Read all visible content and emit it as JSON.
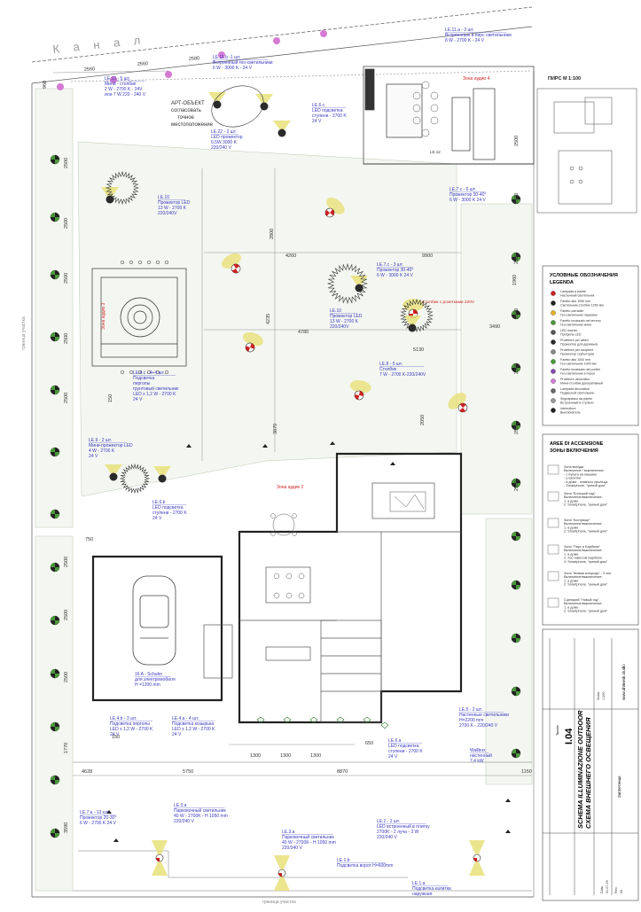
{
  "site": {
    "canal_label": "К а н а л",
    "side_label": "граница участка",
    "bottom_label": "граница участка"
  },
  "pier_view": {
    "title": "ПИРС   М 1:100"
  },
  "art_object": {
    "line1": "АРТ-ОБЪЕКТ",
    "line2": "согласовать",
    "line3": "точное",
    "line4": "местоположение"
  },
  "zones": {
    "audio4": "Зона аудио 4",
    "audio3": "Зона аудио 3",
    "audio2": "Зона аудио 2",
    "post_sockets": "Столбик с розетками 220V"
  },
  "callouts": [
    {
      "id": "LE.13",
      "lines": [
        "LE.13 - 5 шт.",
        "Мини - столбик",
        "2 W - 2700 K - 24V",
        "или 7 W 220 - 240 V"
      ]
    },
    {
      "id": "LE.11.b",
      "lines": [
        "LE.11.b -1 шт.",
        "Встроенный гео-светильники",
        "6 W - 3000 K - 24 V"
      ]
    },
    {
      "id": "LE.11.a",
      "lines": [
        "LE.11.a - 3 шт.",
        "Встроенные в пирс светильники",
        "8 W - 2700 K - 24 V"
      ]
    },
    {
      "id": "LE.6.c",
      "lines": [
        "LE.6.c",
        "LED подсветка",
        "ступени - 2700 K",
        "24 V"
      ]
    },
    {
      "id": "LE.22",
      "lines": [
        "LE.22 - 2 шт.",
        "LED прожектор",
        "6,5W 3000 K",
        "220/240 V"
      ]
    },
    {
      "id": "LE.10a",
      "lines": [
        "LE.10",
        "Прожектор LED",
        "13 W - 2700 K",
        "220/240V"
      ]
    },
    {
      "id": "LE.7.c6",
      "lines": [
        "LE.7.c - 6 шт.",
        "Прожектор 30-40°",
        "6 W - 3000 K 24 V"
      ]
    },
    {
      "id": "LE.7.c3",
      "lines": [
        "LE.7.c - 3 шт.",
        "Прожектор 30-40°",
        "6 W - 3000 K 24 V"
      ]
    },
    {
      "id": "LE.10b",
      "lines": [
        "LE.10",
        "Прожектор LED",
        "13 W - 2700 K",
        "220/240V"
      ]
    },
    {
      "id": "LE.8",
      "lines": [
        "LE.8 - 5 шт.",
        "Столбик",
        "7 W - 2700 K-220/240V"
      ]
    },
    {
      "id": "LE.4.c",
      "lines": [
        "LE.4.c - 4+4 шт.",
        "Подсветка",
        "перголы",
        "грунтовый светильник",
        "LED x 1,2 W - 2700 K",
        "24 V"
      ]
    },
    {
      "id": "LE.9",
      "lines": [
        "LE.9 - 2 шт.",
        "Мини-прожектор LED",
        "4 W - 2700 K",
        "24 V"
      ]
    },
    {
      "id": "LE.6.b",
      "lines": [
        "LE.6.b",
        "LED подсветка",
        "ступени - 2700 K",
        "24 V"
      ]
    },
    {
      "id": "schuko",
      "lines": [
        "16 A - Schuko",
        "для электромобиля",
        "H =1200 mm"
      ]
    },
    {
      "id": "LE.4.b",
      "lines": [
        "LE.4.b - 3 шт.",
        "Подсветка перголы",
        "LED x 1,2 W - 2700 K",
        "24 V"
      ]
    },
    {
      "id": "LE.4.a",
      "lines": [
        "LE.4.a - 4 шт.",
        "Подсветка козырька",
        "LED x 1,2 W - 2700 K",
        "24 V"
      ]
    },
    {
      "id": "LE.5",
      "lines": [
        "LE.5 - 2 шт.",
        "Настенные светильники",
        "H=2200 mm",
        "2700 K - 220/240 V"
      ]
    },
    {
      "id": "LE.6.a",
      "lines": [
        "LE.6.a",
        "LED подсветка",
        "ступени - 2700 K",
        "24 V"
      ]
    },
    {
      "id": "wallbox",
      "lines": [
        "Wallbox",
        "настенный",
        "7,4 kW"
      ]
    },
    {
      "id": "LE.7.a",
      "lines": [
        "LE.7.a - 13 шт.",
        "Прожектор 20-30°",
        "6 W - 2700 K 24 V"
      ]
    },
    {
      "id": "LE.3.a1",
      "lines": [
        "LE.3.a",
        "Парковочный светильник",
        "40 W - 2700K - H 1050 mm",
        "220/240 V"
      ]
    },
    {
      "id": "LE.3.a2",
      "lines": [
        "LE.3.a",
        "Парковочный светильник",
        "40 W - 2700K - H 1050 mm",
        "220/240 V"
      ]
    },
    {
      "id": "LE.2",
      "lines": [
        "LE.2 - 2 шт.",
        "LED встроенный в плитку",
        "2700K - 2 луча - 3 W",
        "220/240 V"
      ]
    },
    {
      "id": "LE.1.b",
      "lines": [
        "LE.1.b",
        "Подсветка ворот H=600mm"
      ]
    },
    {
      "id": "LE.1.a",
      "lines": [
        "LE.1.a",
        "Подсветка калитки",
        "наружная"
      ]
    }
  ],
  "dimensions": {
    "top": [
      "2560",
      "2560",
      "2580"
    ],
    "left_top": "960",
    "left_col": [
      "2500",
      "2500",
      "2500",
      "2500",
      "2500"
    ],
    "left_bottom": [
      "2500",
      "2500",
      "2500",
      "1770",
      "3590"
    ],
    "mid": [
      "4260",
      "9900",
      "4780",
      "3870",
      "2800",
      "4235",
      "5130",
      "2050",
      "1960",
      "3490"
    ],
    "right_col": [
      "2500",
      "2500",
      "2500",
      "2500",
      "2500",
      "2500",
      "2500"
    ],
    "house_bottom": [
      "1300",
      "1300",
      "1300",
      "650"
    ],
    "road": [
      "4628",
      "5750",
      "8870",
      "1150"
    ],
    "small": [
      "750",
      "150",
      "150"
    ]
  },
  "legend": {
    "title_ru": "УСЛОВНЫЕ ОБОЗНАЧЕНИЯ",
    "title_it": "LEGENDA",
    "items": [
      {
        "it": "Lampada a parete",
        "ru": "Настенный светильник"
      },
      {
        "it": "Faretto alto 1050 mm",
        "ru": "Светильник-столбик 1050 мм"
      },
      {
        "it": "Faretto carrabile",
        "ru": "Гео-светильник парковки"
      },
      {
        "it": "Faretto incassato nel terreno",
        "ru": "Гео-светильник мини"
      },
      {
        "it": "LED Inserto",
        "ru": "Профиль LED"
      },
      {
        "it": "Proiettore per alberi",
        "ru": "Прожектор для деревьев"
      },
      {
        "it": "Proiettore per sculpture",
        "ru": "Прожектор скульптуры"
      },
      {
        "it": "Faretto alto 1000 mm",
        "ru": "Гео-светильник 1000 мм"
      },
      {
        "it": "Faretto incassato nel pontile",
        "ru": "Гео-светильник в пирсе"
      },
      {
        "it": "Proiettore decorativo",
        "ru": "Мини-столбик декоративный"
      },
      {
        "it": "Lampada decorativa",
        "ru": "Подвесной светильник"
      },
      {
        "it": "Segnapasso da parete",
        "ru": "Встроенный в ступени"
      },
      {
        "it": "Interruttore",
        "ru": "Выключатель"
      }
    ]
  },
  "zones_panel": {
    "title_it": "AREE DI ACCENSIONE",
    "title_ru": "ЗОНЫ ВКЛЮЧЕНИЯ",
    "items": [
      {
        "lines": [
          "Зона въезда",
          "Включение / выключение:",
          "- с пульта на машине",
          "- у калитки",
          "- в доме - главного крыльца",
          "- Smartphone, \"умный дом\""
        ]
      },
      {
        "lines": [
          "Зона \"Большой сад\"",
          "Включение/выключение:",
          "1. в доме",
          "2. Smartphone, \"умный дом\""
        ]
      },
      {
        "lines": [
          "Зона \"Кострище\"",
          "Включение/выключение:",
          "1. в доме",
          "2. Smartphone, \"умный дом\""
        ]
      },
      {
        "lines": [
          "Зона \"Пирс и Барбекю\"",
          "Включение/выключение:",
          "1. в доме",
          "2. пос навесом Барбекю",
          "3. Smartphone, \"умный дом\""
        ]
      },
      {
        "lines": [
          "Зона \"Живая изгородь\" - 3 зон",
          "Включение/выключение:",
          "1. в доме",
          "2. Smartphone, \"умный дом\""
        ]
      },
      {
        "lines": [
          "Сценарий \"Новый год\"",
          "Включение/выключение:",
          "1. в доме",
          "2. Smartphone, \"умный дом\""
        ]
      }
    ]
  },
  "title_block": {
    "tavola_label": "Tavola",
    "sheet_no": "I.04",
    "title_it": "SCHEMA ILLUMINAZIONE OUTDOOR",
    "title_ru": "СХЕМА ВНЕШНЕГО ОСВЕЩЕНИЯ",
    "company": "www.ahlmesk.studio",
    "date_label": "Data",
    "date_value": "01.07.29",
    "rev_label": "Rev.",
    "rev_value": "00",
    "scale_label": "Scala",
    "scale_value": "1:200",
    "location": "Заплетенце"
  },
  "colors": {
    "plan_line": "#2a2a2a",
    "label_blue": "#3a3ac0",
    "green_spots": "#4a9a3a",
    "light_yellow": "#e8e07a",
    "accent_red": "#cc2222",
    "lilac": "#d57ad5"
  }
}
